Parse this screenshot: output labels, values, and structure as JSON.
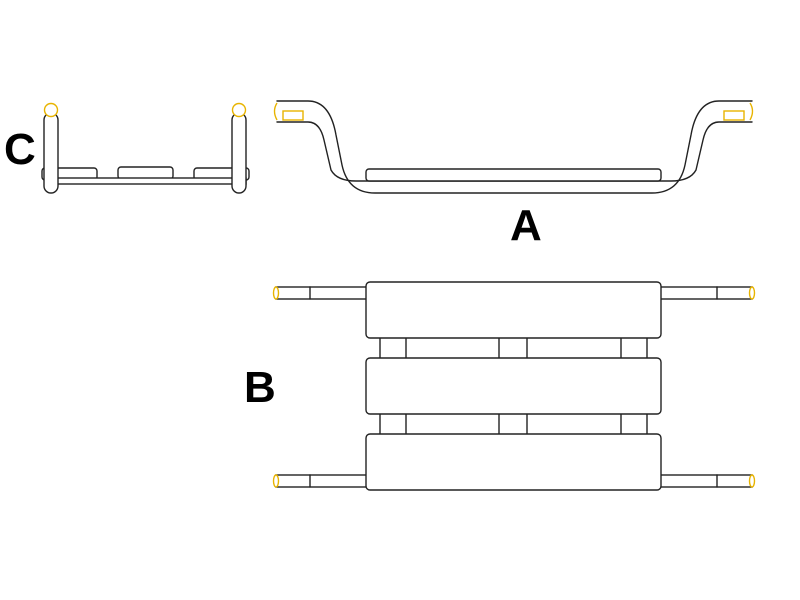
{
  "labels": {
    "a": "A",
    "b": "B",
    "c": "C"
  },
  "colors": {
    "outline": "#222222",
    "tube_end": "#e8b400",
    "background": "#ffffff"
  }
}
